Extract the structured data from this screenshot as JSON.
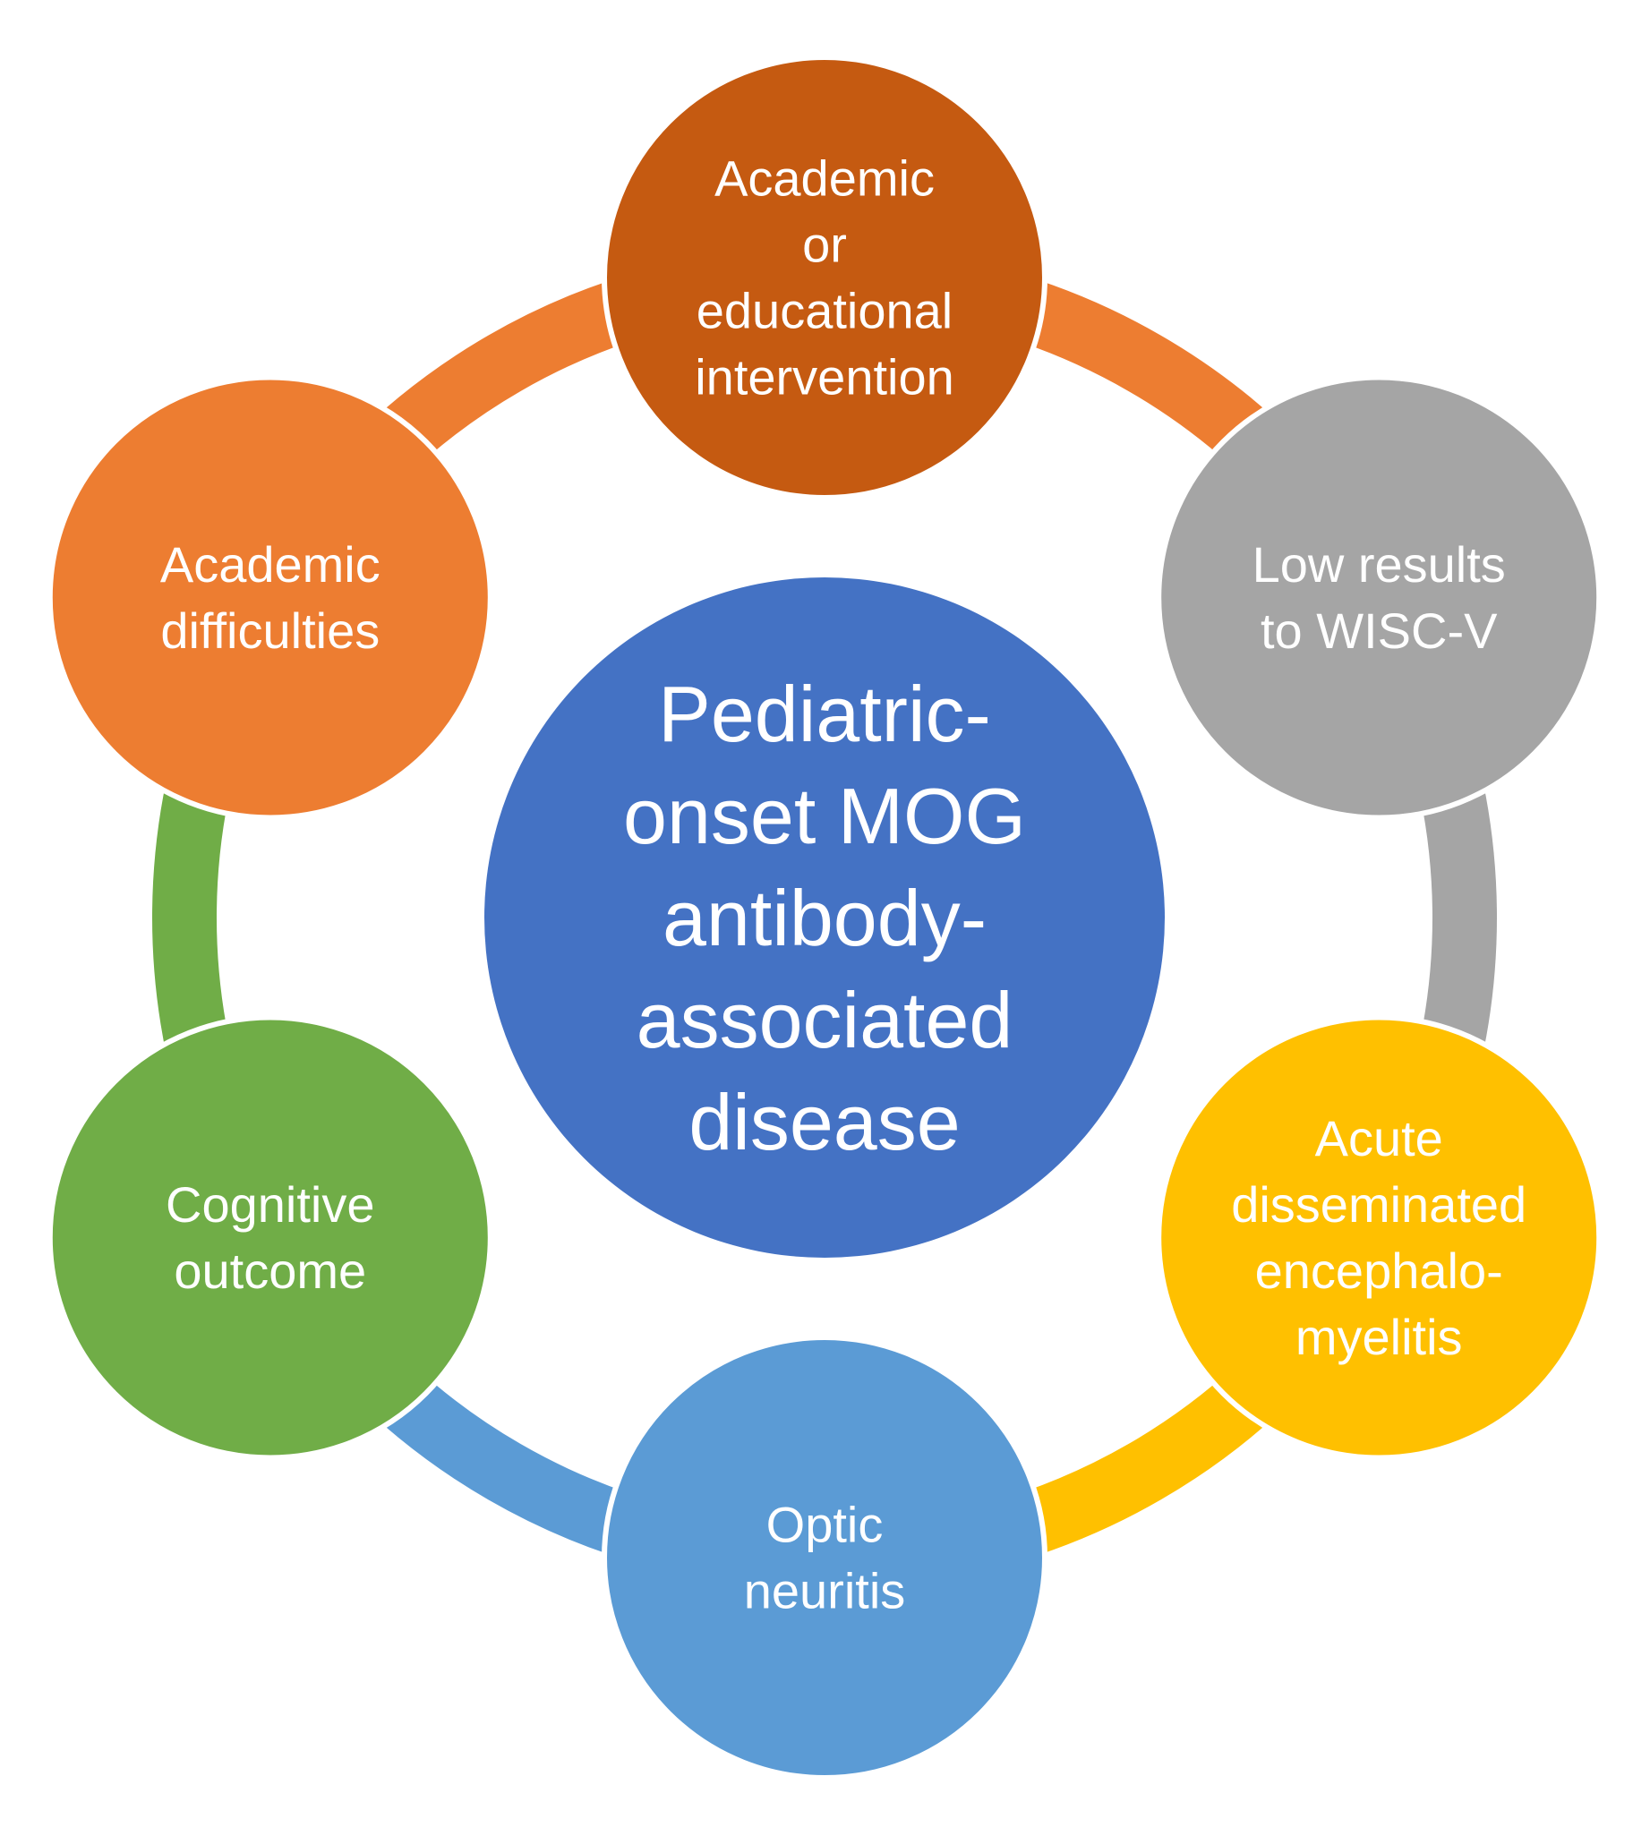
{
  "center": {
    "lines": [
      "Pediatric-",
      "onset MOG",
      "antibody-",
      "associated",
      "disease"
    ],
    "color": "#4472C4"
  },
  "nodes": [
    {
      "id": "academic-intervention",
      "lines": [
        "Academic",
        "or",
        "educational",
        "intervention"
      ],
      "color": "#C55A11"
    },
    {
      "id": "low-results",
      "lines": [
        "Low results",
        "to WISC-V"
      ],
      "color": "#A5A5A5"
    },
    {
      "id": "acute-encephalomyelitis",
      "lines": [
        "Acute",
        "disseminated",
        "encephalo-",
        "myelitis"
      ],
      "color": "#FFC000"
    },
    {
      "id": "optic-neuritis",
      "lines": [
        "Optic",
        "neuritis"
      ],
      "color": "#5B9BD5"
    },
    {
      "id": "cognitive-outcome",
      "lines": [
        "Cognitive",
        "outcome"
      ],
      "color": "#70AD47"
    },
    {
      "id": "academic-difficulties",
      "lines": [
        "Academic",
        "difficulties"
      ],
      "color": "#ED7D31"
    }
  ],
  "connectors": [
    {
      "from": "academic-intervention",
      "to": "low-results",
      "color": "#ED7D31"
    },
    {
      "from": "low-results",
      "to": "acute-encephalomyelitis",
      "color": "#A5A5A5"
    },
    {
      "from": "acute-encephalomyelitis",
      "to": "optic-neuritis",
      "color": "#FFC000"
    },
    {
      "from": "optic-neuritis",
      "to": "cognitive-outcome",
      "color": "#5B9BD5"
    },
    {
      "from": "cognitive-outcome",
      "to": "academic-difficulties",
      "color": "#70AD47"
    },
    {
      "from": "academic-difficulties",
      "to": "academic-intervention",
      "color": "#ED7D31"
    }
  ]
}
